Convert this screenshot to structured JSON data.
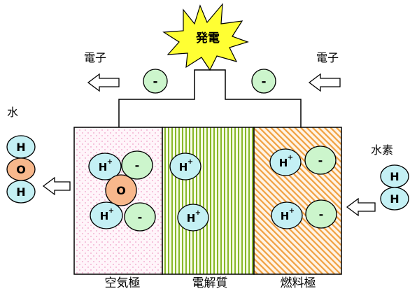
{
  "labels": {
    "power": "発電",
    "electron_left": "電子",
    "electron_right": "電子",
    "water": "水",
    "hydrogen": "水素",
    "cathode": "空気極",
    "electrolyte": "電解質",
    "anode": "燃料極"
  },
  "symbols": {
    "electron": "-",
    "hydrogen_atom": "H",
    "oxygen_atom": "O",
    "proton": "H",
    "plus": "+"
  },
  "colors": {
    "electron": "#ccf5cc",
    "proton": "#c4f0f4",
    "oxygen": "#f8b88c",
    "burst": "#ffff33",
    "cathode_dots": "#f0a0c8",
    "electrolyte_stripes": "#88b828",
    "anode_stripes": "#f0a040"
  }
}
